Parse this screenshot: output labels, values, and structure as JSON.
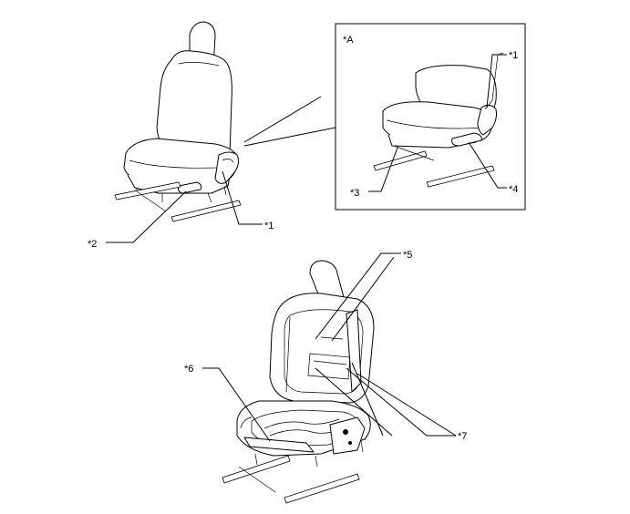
{
  "callouts": {
    "view_a": "*A",
    "c1_inset": "*1",
    "c1_main": "*1",
    "c2": "*2",
    "c3": "*3",
    "c4": "*4",
    "c5": "*5",
    "c6": "*6",
    "c7": "*7"
  }
}
